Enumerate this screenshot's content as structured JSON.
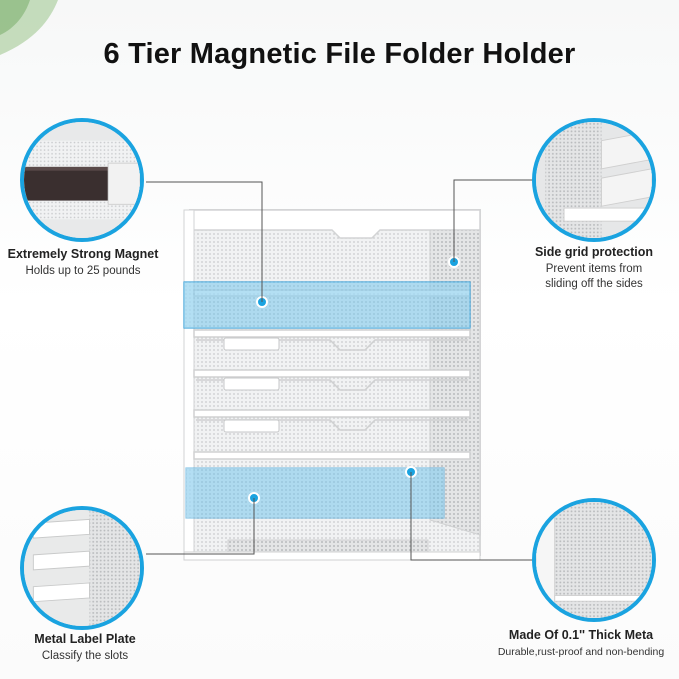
{
  "title": "6 Tier Magnetic File Folder Holder",
  "features": {
    "magnet": {
      "heading": "Extremely Strong Magnet",
      "sub": "Holds up to 25 pounds",
      "icon": "magnet-strip-closeup"
    },
    "side_grid": {
      "heading": "Side grid protection",
      "sub1": "Prevent items from",
      "sub2": "sliding off the sides",
      "icon": "side-mesh-closeup"
    },
    "label_plate": {
      "heading": "Metal Label Plate",
      "sub": "Classify the slots",
      "icon": "label-slots-closeup"
    },
    "thick_metal": {
      "heading": "Made Of 0.1'' Thick Meta",
      "sub": "Durable,rust-proof and non-bending",
      "icon": "mesh-corner-closeup"
    }
  },
  "colors": {
    "accent": "#1aa3e0",
    "highlight": "#4fb8ea",
    "mesh": "#e6e7e8"
  }
}
